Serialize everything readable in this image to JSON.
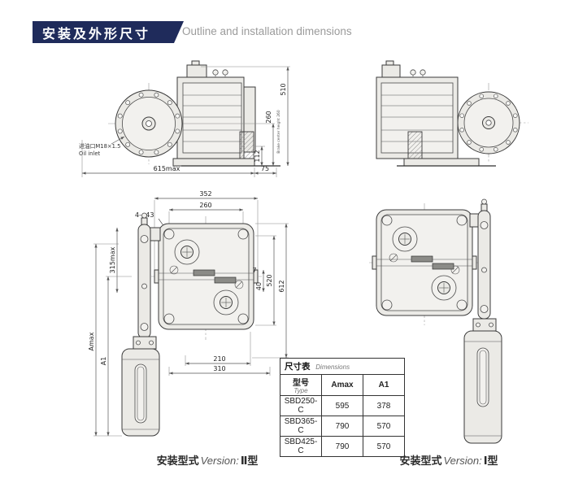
{
  "colors": {
    "header_badge": "#1f2b5b",
    "line": "#3b3b3b",
    "metal_fill": "#ebeae6"
  },
  "header": {
    "title_zh": "安装及外形尺寸",
    "title_en": "Outline and installation dimensions"
  },
  "side_view": {
    "oil_inlet_zh": "进油口M18×1.5",
    "oil_inlet_en": "Oil inlet",
    "dim_length": "615max",
    "dim_base": "75",
    "dim_base_height": "112",
    "dim_center_height": "260",
    "dim_center_note": "Brake center height 260",
    "dim_total_height": "510"
  },
  "front_view": {
    "dim_flange_width": "352",
    "dim_bolt_span": "260",
    "dim_holes": "4-φ43",
    "dim_lever": "315max",
    "dim_gap": "7",
    "dim_pad": "40",
    "dim_disc": "520",
    "dim_height": "612",
    "dim_base_inner": "210",
    "dim_base_outer": "310",
    "dim_amax": "Amax",
    "dim_a1": "A1"
  },
  "table": {
    "title_zh": "尺寸表",
    "title_en": "Dimensions",
    "col_type_zh": "型号",
    "col_type_en": "Type",
    "col_amax": "Amax",
    "col_a1": "A1",
    "rows": [
      {
        "type": "SBD250-C",
        "amax": "595",
        "a1": "378"
      },
      {
        "type": "SBD365-C",
        "amax": "790",
        "a1": "570"
      },
      {
        "type": "SBD425-C",
        "amax": "790",
        "a1": "570"
      }
    ]
  },
  "captions": {
    "left_zh": "安装型式",
    "left_en": "Version:",
    "left_type": "Ⅱ型",
    "right_zh": "安装型式",
    "right_en": "Version:",
    "right_type": "Ⅰ型"
  }
}
